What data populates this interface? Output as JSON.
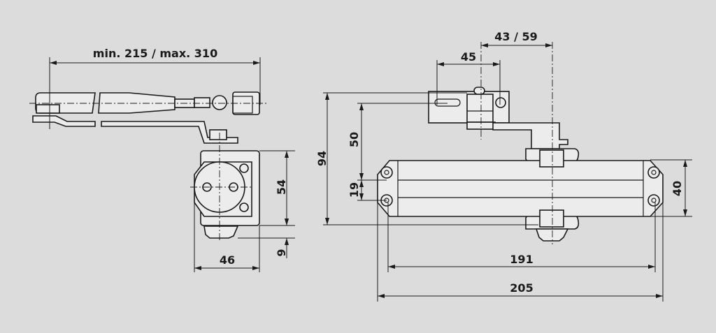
{
  "dimensions": {
    "arm_length": "min. 215 / max. 310",
    "bracket_height": "54",
    "nut_height": "9",
    "bracket_width": "46",
    "arm_offset": "43 / 59",
    "slot_spacing": "45",
    "total_height": "94",
    "arm_height": "50",
    "hole_spacing_vertical": "19",
    "body_height": "40",
    "hole_spacing_horizontal": "191",
    "body_length": "205"
  },
  "colors": {
    "background": "#dcdcdc",
    "line": "#1a1a1a",
    "part_fill": "#ececec"
  }
}
